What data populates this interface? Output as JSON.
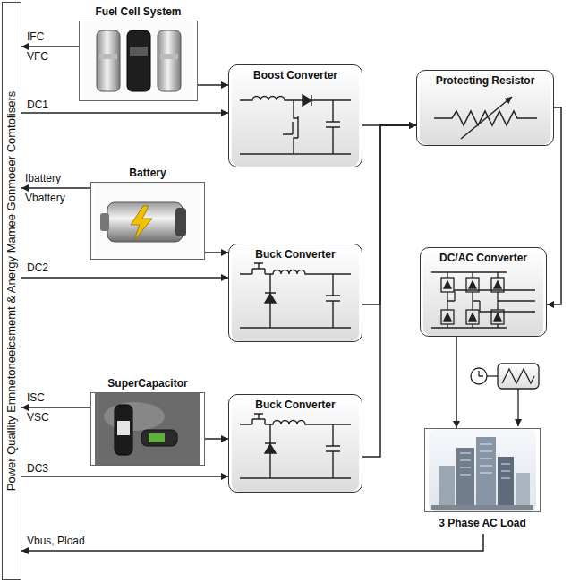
{
  "diagram": {
    "nodes": [
      {
        "text": [
          "Power Quallity Ennnetoneeicsmemt & Anergy Mamee Gonmoeer Comtolisers"
        ]
      },
      {
        "text": [
          "Fuel Cell System"
        ]
      },
      {
        "text": [
          "Battery"
        ]
      },
      {
        "text": [
          "SuperCapacitor"
        ]
      },
      {
        "text": [
          "Boost Converter"
        ]
      },
      {
        "text": [
          "Buck Converter"
        ]
      },
      {
        "text": [
          "Buck Converter"
        ]
      },
      {
        "text": [
          "Protecting Resistor"
        ]
      },
      {
        "text": [
          "DC/AC Converter"
        ]
      },
      {
        "text": [
          "3 Phase AC Load"
        ]
      }
    ],
    "edges": [
      {
        "from": 1,
        "to": 0,
        "arrow": "to"
      },
      {
        "from": 0,
        "to": 4,
        "arrow": "to"
      },
      {
        "from": 1,
        "to": 4,
        "arrow": "to"
      },
      {
        "from": 2,
        "to": 0,
        "arrow": "to"
      },
      {
        "from": 0,
        "to": 5,
        "arrow": "to"
      },
      {
        "from": 2,
        "to": 5,
        "arrow": "to"
      },
      {
        "from": 3,
        "to": 0,
        "arrow": "to"
      },
      {
        "from": 0,
        "to": 6,
        "arrow": "to"
      },
      {
        "from": 3,
        "to": 6,
        "arrow": "to"
      },
      {
        "from": 4,
        "to": 7,
        "arrow": "to"
      },
      {
        "from": 5,
        "to": 7,
        "arrow": "to"
      },
      {
        "from": 6,
        "to": 7,
        "arrow": "to"
      },
      {
        "from": 7,
        "to": 8,
        "arrow": "to"
      },
      {
        "from": 8,
        "to": 9,
        "arrow": "to"
      },
      {
        "from": 9,
        "to": 0,
        "arrow": "to"
      }
    ],
    "labels": [
      "IFC",
      "VFC",
      "DC1",
      "Ibattery",
      "Vbattery",
      "DC2",
      "ISC",
      "VSC",
      "DC3",
      "Vbus, Pload"
    ]
  }
}
